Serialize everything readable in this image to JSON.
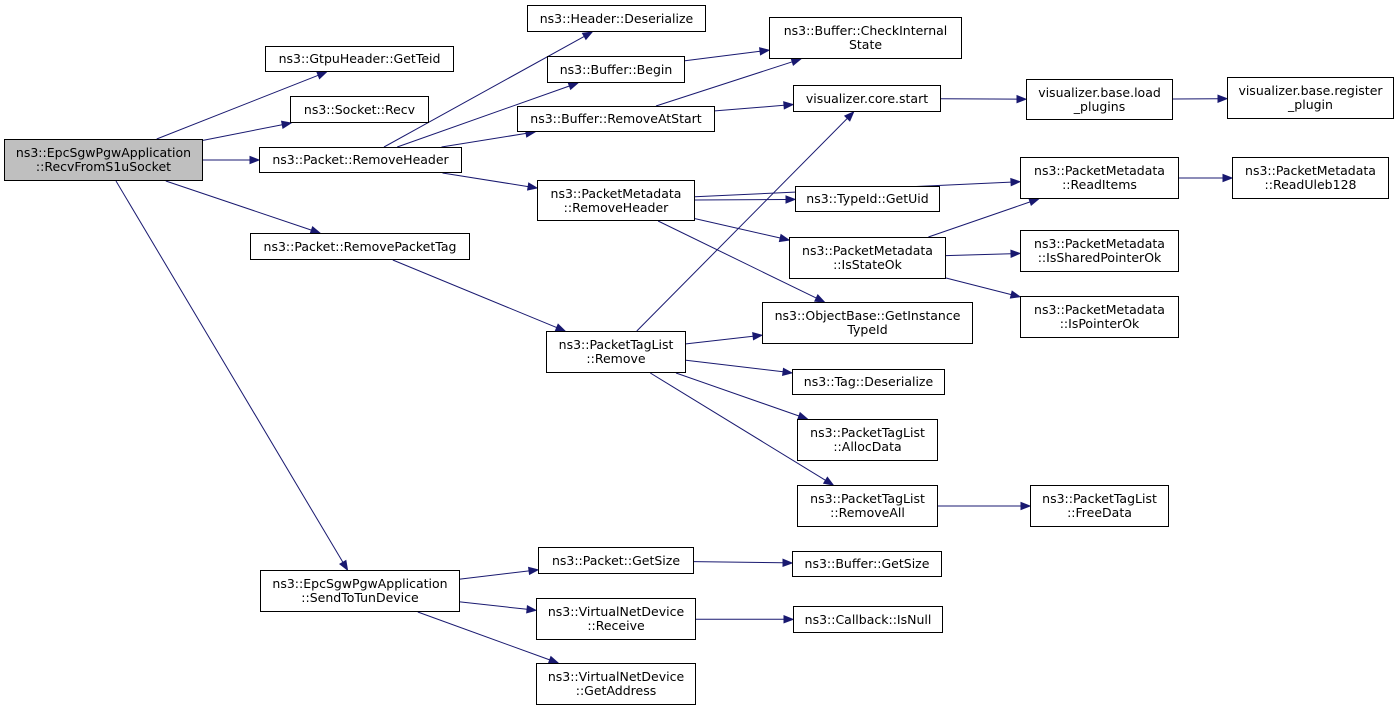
{
  "colors": {
    "edge": "#191970",
    "root_fill": "#bfbfbf",
    "node_fill": "#ffffff",
    "border": "#000000"
  },
  "nodes": {
    "root": {
      "l1": "ns3::EpcSgwPgwApplication",
      "l2": "::RecvFromS1uSocket"
    },
    "gtpuGetTeid": {
      "l1": "ns3::GtpuHeader::GetTeid"
    },
    "socketRecv": {
      "l1": "ns3::Socket::Recv"
    },
    "removeHeader": {
      "l1": "ns3::Packet::RemoveHeader"
    },
    "removePacketTag": {
      "l1": "ns3::Packet::RemovePacketTag"
    },
    "sendToTun": {
      "l1": "ns3::EpcSgwPgwApplication",
      "l2": "::SendToTunDevice"
    },
    "headerDeserialize": {
      "l1": "ns3::Header::Deserialize"
    },
    "bufferBegin": {
      "l1": "ns3::Buffer::Begin"
    },
    "bufferRemoveAtStart": {
      "l1": "ns3::Buffer::RemoveAtStart"
    },
    "pmRemoveHeader": {
      "l1": "ns3::PacketMetadata",
      "l2": "::RemoveHeader"
    },
    "ptlRemove": {
      "l1": "ns3::PacketTagList",
      "l2": "::Remove"
    },
    "packetGetSize": {
      "l1": "ns3::Packet::GetSize"
    },
    "vndReceive": {
      "l1": "ns3::VirtualNetDevice",
      "l2": "::Receive"
    },
    "vndGetAddress": {
      "l1": "ns3::VirtualNetDevice",
      "l2": "::GetAddress"
    },
    "bufCheckInternal": {
      "l1": "ns3::Buffer::CheckInternal",
      "l2": "State"
    },
    "vizCoreStart": {
      "l1": "visualizer.core.start"
    },
    "typeIdGetUid": {
      "l1": "ns3::TypeId::GetUid"
    },
    "pmIsStateOk": {
      "l1": "ns3::PacketMetadata",
      "l2": "::IsStateOk"
    },
    "objBaseGetInst": {
      "l1": "ns3::ObjectBase::GetInstance",
      "l2": "TypeId"
    },
    "tagDeserialize": {
      "l1": "ns3::Tag::Deserialize"
    },
    "ptlAllocData": {
      "l1": "ns3::PacketTagList",
      "l2": "::AllocData"
    },
    "ptlRemoveAll": {
      "l1": "ns3::PacketTagList",
      "l2": "::RemoveAll"
    },
    "bufferGetSize": {
      "l1": "ns3::Buffer::GetSize"
    },
    "callbackIsNull": {
      "l1": "ns3::Callback::IsNull"
    },
    "vizLoadPlugins": {
      "l1": "visualizer.base.load",
      "l2": "_plugins"
    },
    "pmReadItems": {
      "l1": "ns3::PacketMetadata",
      "l2": "::ReadItems"
    },
    "pmIsSharedPtrOk": {
      "l1": "ns3::PacketMetadata",
      "l2": "::IsSharedPointerOk"
    },
    "pmIsPointerOk": {
      "l1": "ns3::PacketMetadata",
      "l2": "::IsPointerOk"
    },
    "ptlFreeData": {
      "l1": "ns3::PacketTagList",
      "l2": "::FreeData"
    },
    "vizRegisterPlugin": {
      "l1": "visualizer.base.register",
      "l2": "_plugin"
    },
    "pmReadUleb128": {
      "l1": "ns3::PacketMetadata",
      "l2": "::ReadUleb128"
    }
  },
  "edges": [
    [
      "root",
      "gtpuGetTeid"
    ],
    [
      "root",
      "socketRecv"
    ],
    [
      "root",
      "removeHeader"
    ],
    [
      "root",
      "removePacketTag"
    ],
    [
      "root",
      "sendToTun"
    ],
    [
      "removeHeader",
      "headerDeserialize"
    ],
    [
      "removeHeader",
      "bufferBegin"
    ],
    [
      "removeHeader",
      "bufferRemoveAtStart"
    ],
    [
      "removeHeader",
      "pmRemoveHeader"
    ],
    [
      "bufferBegin",
      "bufCheckInternal"
    ],
    [
      "bufferRemoveAtStart",
      "bufCheckInternal"
    ],
    [
      "bufferRemoveAtStart",
      "vizCoreStart"
    ],
    [
      "vizCoreStart",
      "vizLoadPlugins"
    ],
    [
      "vizLoadPlugins",
      "vizRegisterPlugin"
    ],
    [
      "pmRemoveHeader",
      "pmReadItems"
    ],
    [
      "pmRemoveHeader",
      "typeIdGetUid"
    ],
    [
      "pmRemoveHeader",
      "pmIsStateOk"
    ],
    [
      "pmRemoveHeader",
      "objBaseGetInst"
    ],
    [
      "pmReadItems",
      "pmReadUleb128"
    ],
    [
      "pmIsStateOk",
      "pmReadItems"
    ],
    [
      "pmIsStateOk",
      "pmIsSharedPtrOk"
    ],
    [
      "pmIsStateOk",
      "pmIsPointerOk"
    ],
    [
      "removePacketTag",
      "ptlRemove"
    ],
    [
      "ptlRemove",
      "vizCoreStart"
    ],
    [
      "ptlRemove",
      "objBaseGetInst"
    ],
    [
      "ptlRemove",
      "tagDeserialize"
    ],
    [
      "ptlRemove",
      "ptlAllocData"
    ],
    [
      "ptlRemove",
      "ptlRemoveAll"
    ],
    [
      "ptlRemoveAll",
      "ptlFreeData"
    ],
    [
      "sendToTun",
      "packetGetSize"
    ],
    [
      "sendToTun",
      "vndReceive"
    ],
    [
      "sendToTun",
      "vndGetAddress"
    ],
    [
      "packetGetSize",
      "bufferGetSize"
    ],
    [
      "vndReceive",
      "callbackIsNull"
    ]
  ]
}
